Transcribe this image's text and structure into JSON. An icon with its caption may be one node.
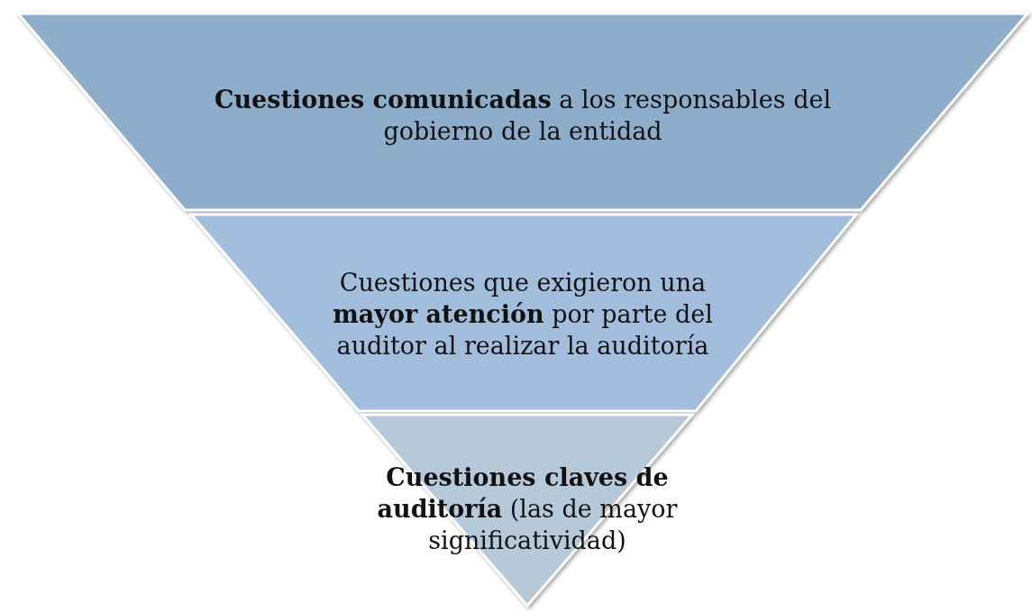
{
  "diagram": {
    "nodes": [
      {
        "text": [
          "**Cuestiones comunicadas** a los responsables del gobierno de la entidad"
        ]
      },
      {
        "text": [
          "Cuestiones que exigieron una **mayor atención** por parte del auditor al realizar la auditoría"
        ]
      },
      {
        "text": [
          "**Cuestiones claves de auditoría** (las de mayor significatividad)"
        ]
      }
    ]
  }
}
